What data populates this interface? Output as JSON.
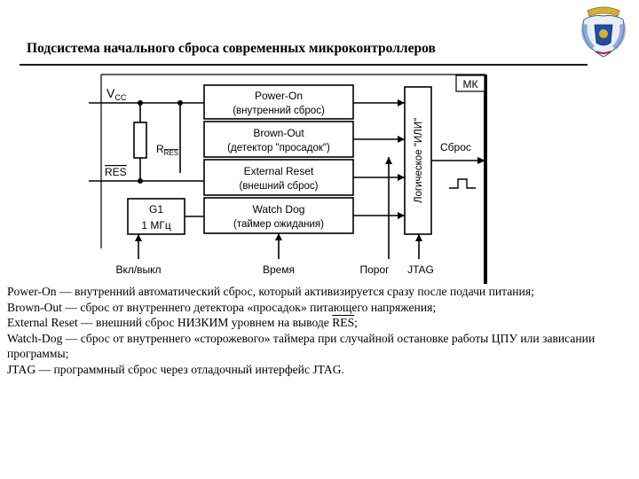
{
  "slide": {
    "title": "Подсистема начального сброса современных микроконтроллеров"
  },
  "diagram": {
    "mk_label": "МК",
    "vcc": "V",
    "vcc_sub": "CC",
    "r_label": "R",
    "r_sub": "RES",
    "res_label": "RES",
    "power_on_1": "Power-On",
    "power_on_2": "(внутренний сброс)",
    "brown_out_1": "Brown-Out",
    "brown_out_2": "(детектор \"просадок\")",
    "ext_reset_1": "External Reset",
    "ext_reset_2": "(внешний сброс)",
    "watchdog_1": "Watch Dog",
    "watchdog_2": "(таймер ожидания)",
    "g1_1": "G1",
    "g1_2": "1 МГц",
    "logic_or": "Логическое \"ИЛИ\"",
    "reset_out": "Сброс",
    "in_onoff": "Вкл/выкл",
    "in_time": "Время",
    "in_threshold": "Порог",
    "in_jtag": "JTAG"
  },
  "descriptions": {
    "line1": "Power-On — внутренний автоматический сброс, который активизируется сразу после подачи питания;",
    "line2": "Brown-Out — сброс от внутреннего детектора «просадок» питающего напряжения;",
    "line3_pre": "External Reset — внешний сброс НИЗКИМ уровнем на выводе ",
    "line3_res": "RES",
    "line3_post": ";",
    "line4": "Watch-Dog — сброс от внутреннего «сторожевого» таймера при случайной остановке работы ЦПУ или зависании программы;",
    "line5": "JTAG — программный сброс через отладочный интерфейс JTAG."
  }
}
